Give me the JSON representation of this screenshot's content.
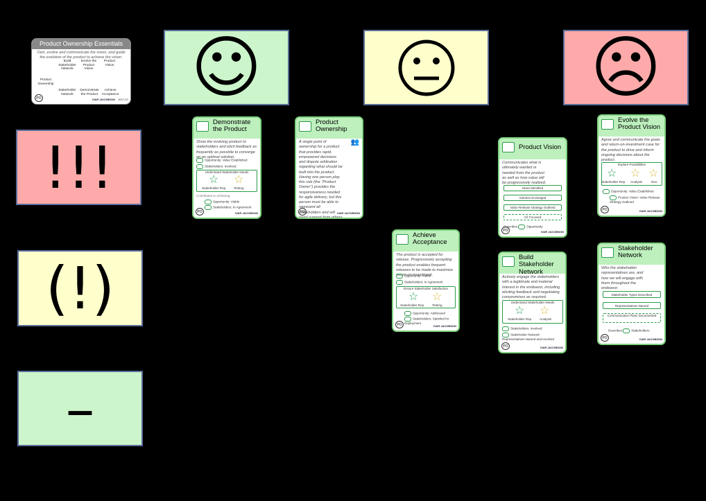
{
  "overview": {
    "title": "Product Ownership Essentials",
    "subtitle": "Own, evolve and communicate the vision, and guide the evolution of the product to achieve the vision.",
    "items": [
      "Build Stakeholder Network",
      "Evolve the Product Vision",
      "Product Vision",
      "Product Ownership",
      "Stakeholder Network",
      "Demonstrate the Product",
      "Achieve Acceptance"
    ],
    "badge": "PO",
    "brand": "IVAR JACOBSON",
    "year": "2017-07"
  },
  "faces": {
    "happy": "☺",
    "neutral": "😐",
    "sad": "☹"
  },
  "priority": {
    "high": "!!!",
    "medium": "(!)",
    "low": "–"
  },
  "cards": {
    "demonstrate": {
      "title": "Demonstrate the Product",
      "desc": "Show the evolving product to stakeholders and elicit feedback as frequently as possible to converge on an optimal solution.",
      "row1": "Opportunity: Value Established",
      "row2": "Stakeholders: Involved",
      "box": "Understand Stakeholder Needs",
      "role1": "Stakeholder Rep.",
      "role2": "Testing",
      "contrib": "Contributes to achieving:",
      "row3": "Opportunity: Viable",
      "row4": "Stakeholders: In Agreement"
    },
    "ownership": {
      "title": "Product Ownership",
      "desc": "A single point of ownership for a product that provides rapid, empowered decisions and dispute arbitration regarding what should be built into the product. Having one person play this role (the “Product Owner”) provides the responsiveness needed for agile delivery, but this person must be able to represent all stakeholders and will need support from others in the team."
    },
    "acceptance": {
      "title": "Achieve Acceptance",
      "desc": "The product is accepted for release. Progressively accepting the product enables frequent releases to be made to maximize return-on-investment.",
      "row1": "Opportunity: Viable",
      "row2": "Stakeholders: In Agreement",
      "box": "Ensure Stakeholder Satisfaction",
      "role1": "Stakeholder Rep.",
      "role2": "Testing",
      "row3": "Opportunity: Addressed",
      "row4": "Stakeholders: Satisfied for Deployment"
    },
    "vision": {
      "title": "Product Vision",
      "desc": "Communicates what is ultimately wanted or needed from the product as well as how value will be progressively realized.",
      "state1": "Need Identified",
      "state2": "Solution Envisaged",
      "state3": "Value Release Strategy Outlined",
      "state4": "All: Focused",
      "describes": "Describes",
      "describes_item": "Opportunity"
    },
    "network": {
      "title": "Build Stakeholder Network",
      "desc": "Actively engage the stakeholders with a legitimate and material interest in the endeavor, including eliciting feedback and negotiating compromises as required.",
      "box": "Understand Stakeholder Needs",
      "role1": "Stakeholder Rep.",
      "role2": "Analysis",
      "row1": "Stakeholders: Involved",
      "row2": "Stakeholder Network: Representatives Named and Involved"
    },
    "evolve": {
      "title": "Evolve the Product Vision",
      "desc": "Agree and communicate the goals and return-on-investment case for the product to drive and inform ongoing decisions about the product.",
      "box": "Explore Possibilities",
      "role1": "Stakeholder Rep.",
      "role2": "Analysis",
      "role3": "Dev.",
      "row1": "Opportunity: Value Established",
      "row2": "Product Vision: Value Release Strategy Outlined"
    },
    "stakeholder": {
      "title": "Stakeholder Network",
      "desc": "Who the stakeholder representatives are, and how we will engage with them throughout the endeavor.",
      "state1": "Stakeholder Types Described",
      "state2": "Representatives Named",
      "state3": "Communication Plans Documented",
      "describes": "Describes",
      "describes_item": "Stakeholders"
    }
  },
  "colors": {
    "green": "#ccf5cc",
    "yellow": "#ffffcc",
    "red": "#ffaaaa",
    "card_border": "#7fd27f"
  },
  "icons": [
    "smiley-icon",
    "neutral-face-icon",
    "sad-face-icon",
    "star-icon",
    "people-icon",
    "cloud-icon"
  ]
}
